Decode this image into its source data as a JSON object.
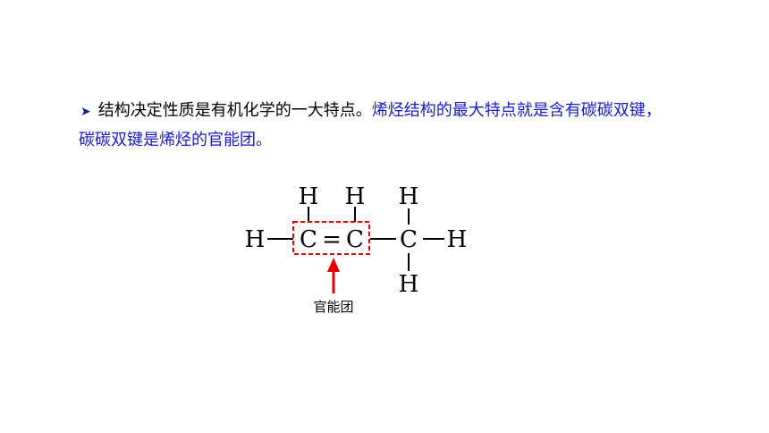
{
  "text": {
    "bullet_symbol": "➤",
    "part1": "结构决定性质是有机化学的一大特点。",
    "part2_line1": "烯烃结构的最大特点就是含有碳碳双键，",
    "part2_line2": "碳碳双键是烯烃的官能团。"
  },
  "molecule": {
    "atoms": {
      "h_top_1": "H",
      "h_top_2": "H",
      "h_top_3": "H",
      "h_left": "H",
      "c1": "C",
      "double_bond": "=",
      "c2": "C",
      "c3": "C",
      "h_right": "H",
      "h_bottom": "H"
    },
    "caption": "官能团"
  },
  "colors": {
    "highlight_text": "#1a1acc",
    "dashed_box": "#e60000",
    "arrow": "#e60000",
    "bullet": "#0a1f9c"
  }
}
